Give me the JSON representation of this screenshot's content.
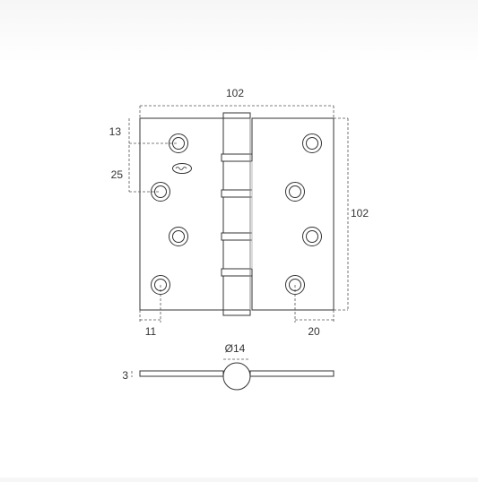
{
  "drawing": {
    "line_color": "#333333",
    "dimensions": {
      "width_top": "102",
      "height_right": "102",
      "hole_offset_top": "13",
      "hole_spacing": "25",
      "hole_offset_left": "11",
      "hole_offset_right": "20",
      "knuckle_diameter": "Ø14",
      "leaf_thickness": "3"
    }
  }
}
